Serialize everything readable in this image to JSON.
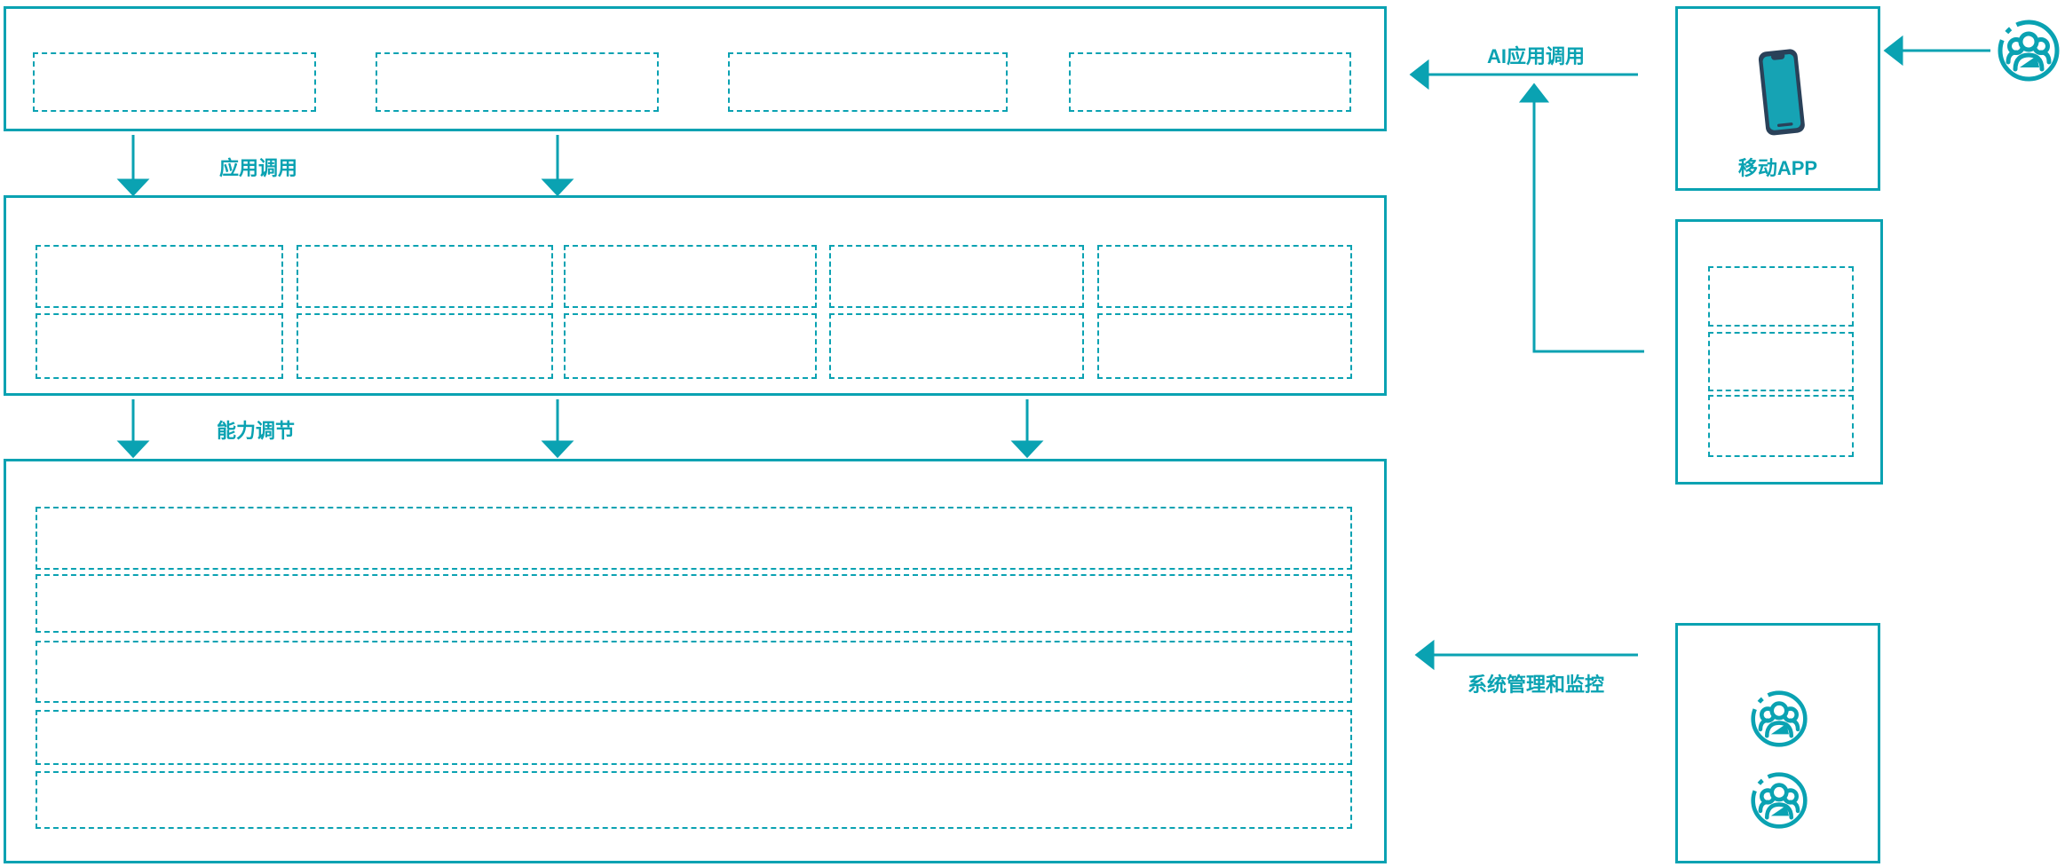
{
  "diagram": {
    "labels": {
      "app_call": "应用调用",
      "capability_adjust": "能力调节",
      "ai_app_call": "AI应用调用",
      "system_mgmt": "系统管理和监控",
      "mobile_app": "移动APP"
    },
    "colors": {
      "teal": "#0AA2B2",
      "phone_frame": "#2A4159",
      "phone_screen": "#16A3B4"
    },
    "icons": [
      "mobile-phone-icon",
      "users-group-icon"
    ],
    "sections": {
      "top_box": {
        "placeholder_count": 4
      },
      "middle_box": {
        "placeholder_rows": 2,
        "placeholder_cols": 5
      },
      "bottom_box": {
        "placeholder_rows": 5
      },
      "mobile_app_box": {
        "icon": "mobile-phone-icon"
      },
      "side_box": {
        "placeholder_count": 3
      },
      "admin_box": {
        "user_icon_count": 2
      }
    }
  }
}
